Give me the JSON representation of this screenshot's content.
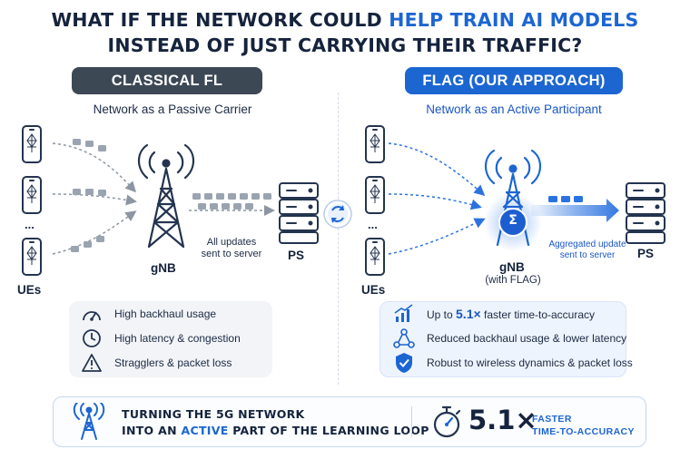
{
  "title": {
    "line1_a": "WHAT IF THE NETWORK COULD ",
    "line1_b": "HELP TRAIN AI MODELS",
    "line2": "INSTEAD OF JUST CARRYING THEIR TRAFFIC?"
  },
  "left": {
    "pill": "CLASSICAL FL",
    "subtitle": "Network as a Passive Carrier",
    "ues_label": "UEs",
    "ellipsis": "...",
    "gnb_label": "gNB",
    "ps_label": "PS",
    "updates_note": "All updates sent to server",
    "items": [
      {
        "icon": "speedometer-icon",
        "text": "High backhaul usage"
      },
      {
        "icon": "clock-icon",
        "text": "High latency & congestion"
      },
      {
        "icon": "warning-icon",
        "text": "Stragglers & packet loss"
      }
    ]
  },
  "right": {
    "pill": "FLAG (OUR APPROACH)",
    "subtitle": "Network as an Active Participant",
    "ues_label": "UEs",
    "ellipsis": "...",
    "gnb_label": "gNB",
    "gnb_sub": "(with FLAG)",
    "ps_label": "PS",
    "aggregated_note": "Aggregated update sent to server",
    "sigma": "Σ",
    "item1_a": "Up to ",
    "item1_b": "5.1×",
    "item1_c": " faster time-to-accuracy",
    "item2": "Reduced backhaul usage & lower latency",
    "item3": "Robust to wireless dynamics & packet loss"
  },
  "bottom": {
    "line1": "TURNING THE 5G NETWORK",
    "line2_a": "INTO AN ",
    "line2_b": "ACTIVE",
    "line2_c": " PART OF THE LEARNING LOOP",
    "big_value": "5.1×",
    "faster": "FASTER",
    "tta": "TIME-TO-ACCURACY"
  },
  "colors": {
    "accent": "#1c66d2",
    "dark_pill": "#3d4855",
    "packet_gray": "#9aa4b0",
    "packet_blue": "#2a72e0",
    "navy": "#24344f"
  }
}
